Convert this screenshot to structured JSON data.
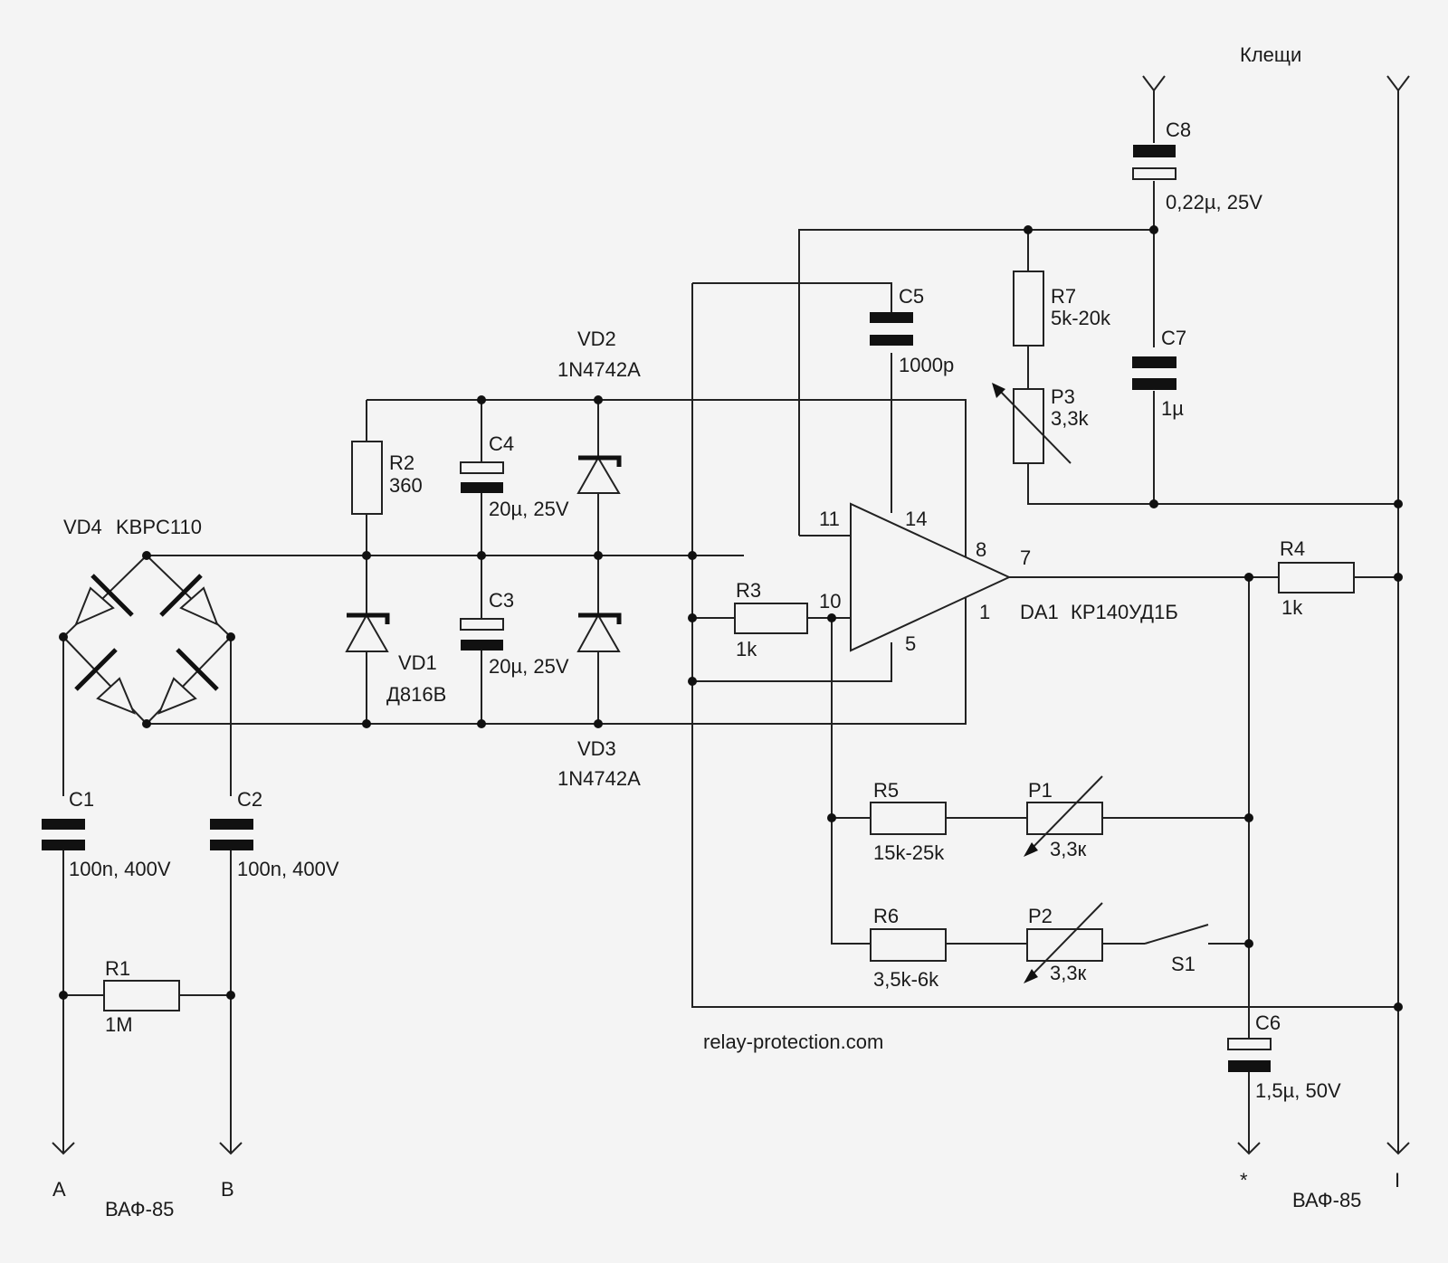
{
  "top_label": "Клещи",
  "components": {
    "VD4": {
      "ref": "VD4",
      "value": "KBPC110"
    },
    "R2": {
      "ref": "R2",
      "value": "360"
    },
    "C4": {
      "ref": "C4",
      "value": "20µ, 25V"
    },
    "C3": {
      "ref": "C3",
      "value": "20µ, 25V"
    },
    "VD2": {
      "ref": "VD2",
      "value": "1N4742A"
    },
    "VD3": {
      "ref": "VD3",
      "value": "1N4742A"
    },
    "VD1": {
      "ref": "VD1",
      "value": "Д816В"
    },
    "C5": {
      "ref": "C5",
      "value": "1000p"
    },
    "R7": {
      "ref": "R7",
      "value": "5k-20k"
    },
    "P3": {
      "ref": "P3",
      "value": "3,3k"
    },
    "C8": {
      "ref": "C8",
      "value": "0,22µ, 25V"
    },
    "C7": {
      "ref": "C7",
      "value": "1µ"
    },
    "R3": {
      "ref": "R3",
      "value": "1k"
    },
    "R4": {
      "ref": "R4",
      "value": "1k"
    },
    "DA1": {
      "ref": "DA1",
      "value": "КР140УД1Б"
    },
    "R5": {
      "ref": "R5",
      "value": "15k-25k"
    },
    "P1": {
      "ref": "P1",
      "value": "3,3к"
    },
    "R6": {
      "ref": "R6",
      "value": "3,5k-6k"
    },
    "P2": {
      "ref": "P2",
      "value": "3,3к"
    },
    "S1": {
      "ref": "S1"
    },
    "C1": {
      "ref": "C1",
      "value": "100n, 400V"
    },
    "C2": {
      "ref": "C2",
      "value": "100n, 400V"
    },
    "R1": {
      "ref": "R1",
      "value": "1M"
    },
    "C6": {
      "ref": "C6",
      "value": "1,5µ, 50V"
    }
  },
  "pins": {
    "p11": "11",
    "p14": "14",
    "p8": "8",
    "p7": "7",
    "p10": "10",
    "p1": "1",
    "p5": "5"
  },
  "terminals": {
    "A": "A",
    "B": "B",
    "star": "*",
    "I": "I"
  },
  "device_label_left": "ВАФ-85",
  "device_label_right": "ВАФ-85",
  "watermark": "relay-protection.com"
}
